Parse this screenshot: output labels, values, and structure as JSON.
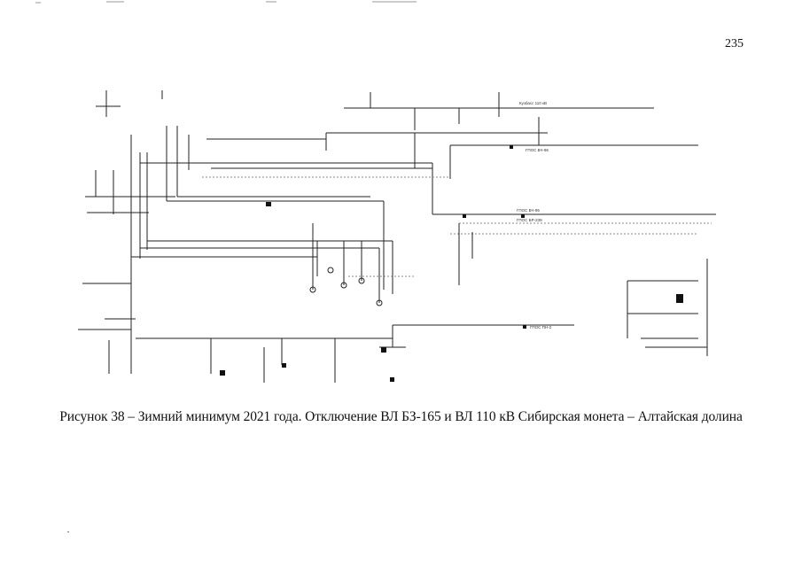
{
  "page": {
    "number": "235"
  },
  "figure": {
    "caption": "Рисунок 38 – Зимний минимум 2021 года. Отключение ВЛ БЗ-165 и ВЛ 110 кВ Сибирская монета – Алтайская долина"
  },
  "diagram": {
    "labels": {
      "bus_110": "Кузбасс 110 кВ",
      "line_1": "ГПОС БЧ-96",
      "line_2": "ГПОС БЧ-95",
      "line_3": "ГПОС БР-239",
      "line_4": "ГПОС ПН-2"
    },
    "colors": {
      "ink": "#222222",
      "faint": "#888888"
    }
  }
}
